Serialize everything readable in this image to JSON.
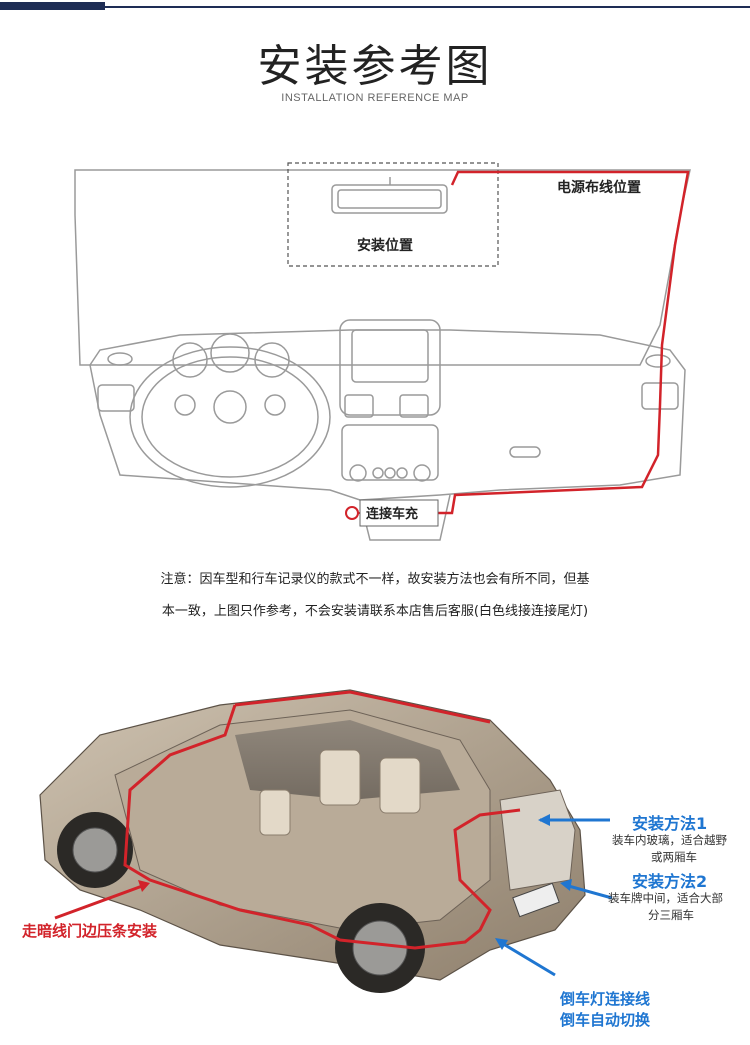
{
  "header": {
    "title": "安装参考图",
    "subtitle": "INSTALLATION REFERENCE MAP"
  },
  "dashboard": {
    "power_wiring_label": "电源布线位置",
    "install_position_label": "安装位置",
    "car_charger_label": "连接车充"
  },
  "notice": {
    "line1": "注意：因车型和行车记录仪的款式不一样，故安装方法也会有所不同，但基",
    "line2": "本一致，上图只作参考，不会安装请联系本店售后客服(白色线接连接尾灯)"
  },
  "car": {
    "method1_title": "安装方法1",
    "method1_desc_line1": "装车内玻璃，适合越野",
    "method1_desc_line2": "或两厢车",
    "method2_title": "安装方法2",
    "method2_desc_line1": "装车牌中间，适合大部",
    "method2_desc_line2": "分三厢车",
    "door_seal_label": "走暗线门边压条安装",
    "reverse_line1": "倒车灯连接线",
    "reverse_line2": "倒车自动切换"
  },
  "colors": {
    "navy": "#1e2d55",
    "red": "#d2232a",
    "blue": "#1f76d1"
  }
}
